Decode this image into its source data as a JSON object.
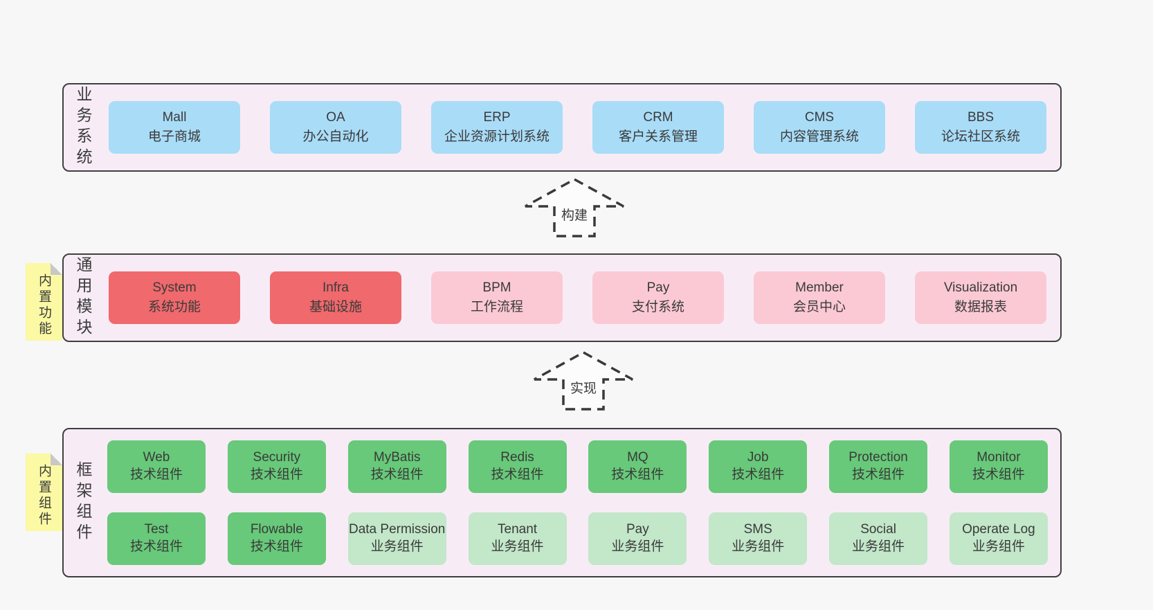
{
  "colors": {
    "page_bg": "#f7f7f7",
    "band_bg": "#f7ecf6",
    "band_border": "#3f3f3f",
    "blue": "#a9dcf7",
    "red": "#f0696c",
    "pink": "#fbc9d4",
    "green": "#67c979",
    "green_light": "#c2e7c9",
    "note_yellow": "#fbf9a3",
    "note_fold_gray": "#c8c8c8",
    "text": "#3a3a3a"
  },
  "bands": [
    {
      "label": "业务系统",
      "boxes": [
        {
          "title": "Mall",
          "subtitle": "电子商城"
        },
        {
          "title": "OA",
          "subtitle": "办公自动化"
        },
        {
          "title": "ERP",
          "subtitle": "企业资源计划系统"
        },
        {
          "title": "CRM",
          "subtitle": "客户关系管理"
        },
        {
          "title": "CMS",
          "subtitle": "内容管理系统"
        },
        {
          "title": "BBS",
          "subtitle": "论坛社区系统"
        }
      ]
    },
    {
      "label": "通用模块",
      "note": "内置功能",
      "boxes": [
        {
          "title": "System",
          "subtitle": "系统功能"
        },
        {
          "title": "Infra",
          "subtitle": "基础设施"
        },
        {
          "title": "BPM",
          "subtitle": "工作流程"
        },
        {
          "title": "Pay",
          "subtitle": "支付系统"
        },
        {
          "title": "Member",
          "subtitle": "会员中心"
        },
        {
          "title": "Visualization",
          "subtitle": "数据报表"
        }
      ]
    },
    {
      "label": "框架组件",
      "note": "内置组件",
      "rows": [
        [
          {
            "title": "Web",
            "subtitle": "技术组件"
          },
          {
            "title": "Security",
            "subtitle": "技术组件"
          },
          {
            "title": "MyBatis",
            "subtitle": "技术组件"
          },
          {
            "title": "Redis",
            "subtitle": "技术组件"
          },
          {
            "title": "MQ",
            "subtitle": "技术组件"
          },
          {
            "title": "Job",
            "subtitle": "技术组件"
          },
          {
            "title": "Protection",
            "subtitle": "技术组件"
          },
          {
            "title": "Monitor",
            "subtitle": "技术组件"
          }
        ],
        [
          {
            "title": "Test",
            "subtitle": "技术组件"
          },
          {
            "title": "Flowable",
            "subtitle": "技术组件"
          },
          {
            "title": "Data Permission",
            "subtitle": "业务组件"
          },
          {
            "title": "Tenant",
            "subtitle": "业务组件"
          },
          {
            "title": "Pay",
            "subtitle": "业务组件"
          },
          {
            "title": "SMS",
            "subtitle": "业务组件"
          },
          {
            "title": "Social",
            "subtitle": "业务组件"
          },
          {
            "title": "Operate Log",
            "subtitle": "业务组件"
          }
        ]
      ]
    }
  ],
  "arrows": [
    {
      "label": "构建"
    },
    {
      "label": "实现"
    }
  ]
}
